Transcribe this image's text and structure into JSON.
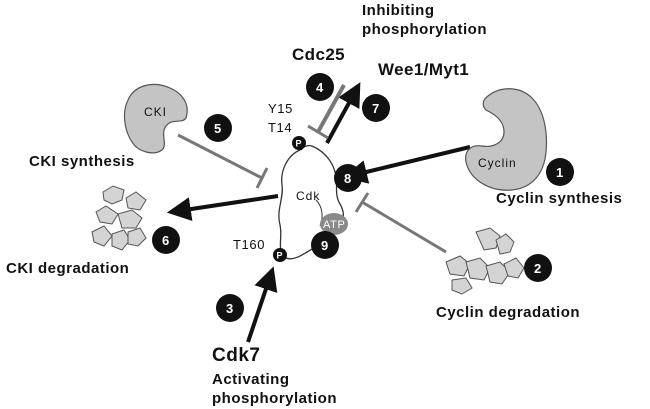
{
  "labels": {
    "inhibiting_line1": "Inhibiting",
    "inhibiting_line2": "phosphorylation",
    "cdc25": "Cdc25",
    "wee1": "Wee1/Myt1",
    "y15": "Y15",
    "t14": "T14",
    "cki_blob": "CKI",
    "cki_synthesis": "CKI synthesis",
    "cki_degradation": "CKI degradation",
    "cyclin_blob": "Cyclin",
    "cyclin_synthesis": "Cyclin synthesis",
    "cyclin_degradation": "Cyclin degradation",
    "cdk": "Cdk",
    "atp": "ATP",
    "t160": "T160",
    "p": "P",
    "cdk7": "Cdk7",
    "activating_line1": "Activating",
    "activating_line2": "phosphorylation"
  },
  "steps": [
    "1",
    "2",
    "3",
    "4",
    "5",
    "6",
    "7",
    "8",
    "9"
  ],
  "colors": {
    "arrow": "#111111",
    "inhibitor": "#777777",
    "blob_fill": "#c4c4c4",
    "blob_stroke": "#555555",
    "badge": "#111111",
    "atp": "#8a8a8a"
  }
}
